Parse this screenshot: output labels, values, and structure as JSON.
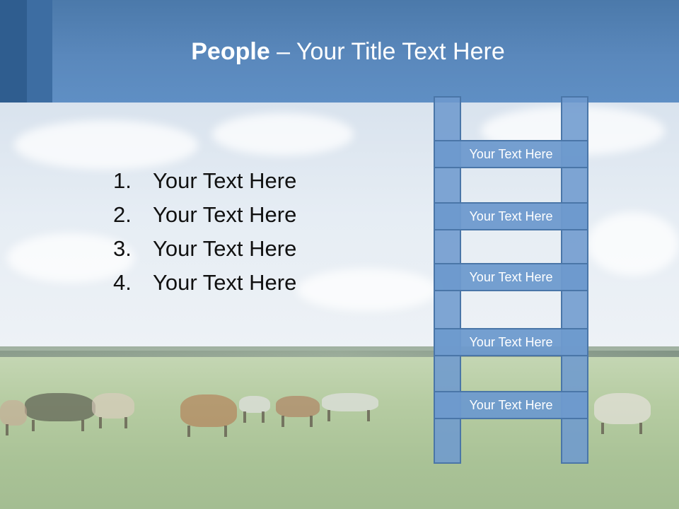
{
  "slide": {
    "title_bold": "People",
    "title_rest": " – Your Title Text Here"
  },
  "list": {
    "items": [
      {
        "number": "1.",
        "text": "Your Text Here"
      },
      {
        "number": "2.",
        "text": "Your Text Here"
      },
      {
        "number": "3.",
        "text": "Your Text Here"
      },
      {
        "number": "4.",
        "text": "Your Text Here"
      }
    ]
  },
  "ladder": {
    "rungs": [
      "Your Text Here",
      "Your Text Here",
      "Your Text Here",
      "Your Text Here",
      "Your Text Here"
    ]
  },
  "colors": {
    "header": "#5a88bc",
    "accent_dark": "#2f5d8f",
    "ladder_fill": "#6e9ace",
    "ladder_border": "#4a76a8"
  }
}
